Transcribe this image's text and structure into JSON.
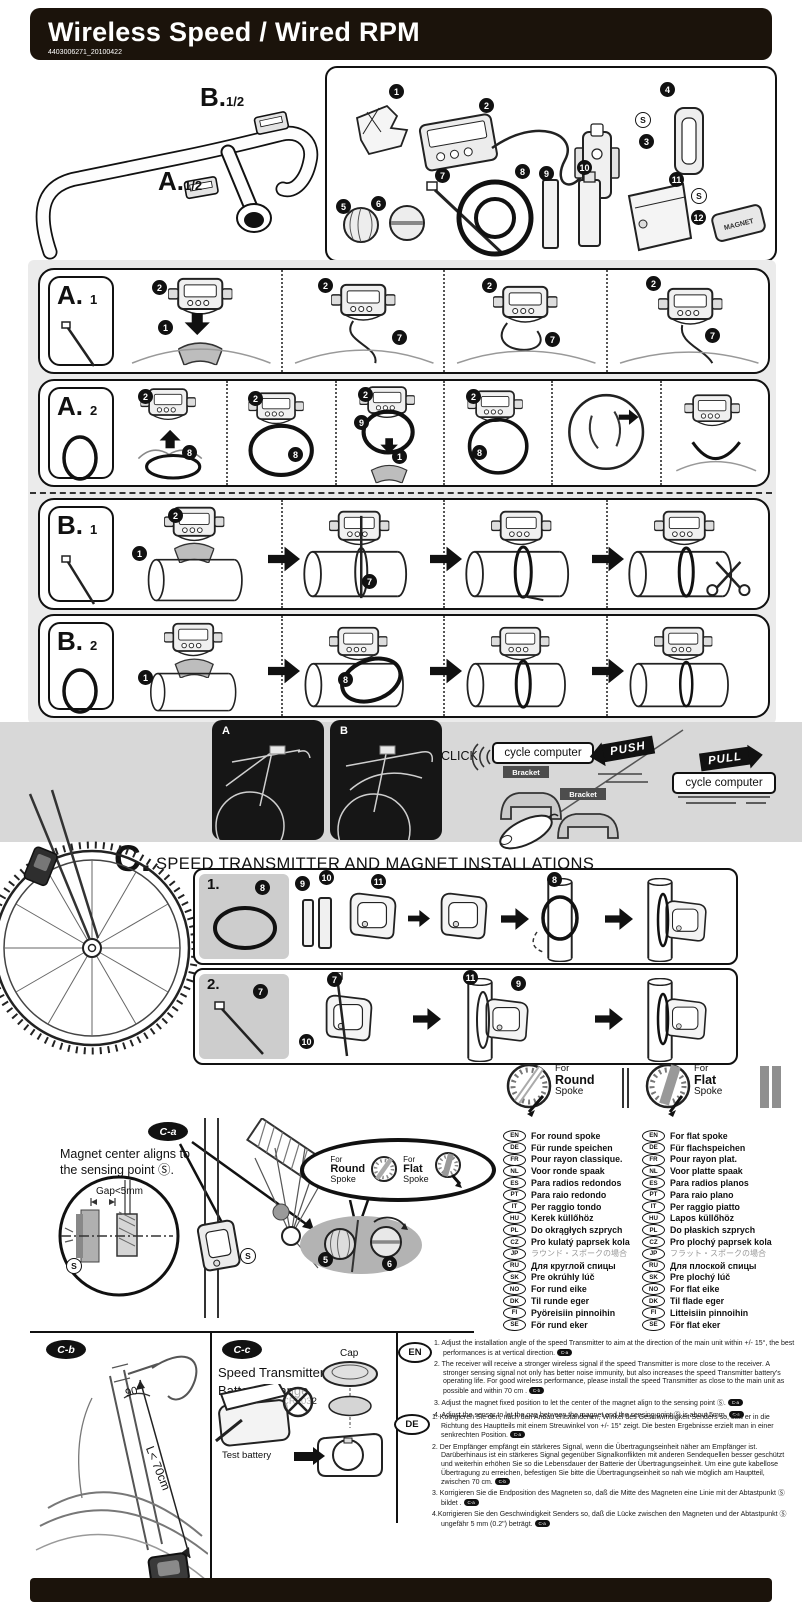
{
  "header": {
    "title": "Wireless Speed / Wired RPM",
    "code": "4403006271_20100422"
  },
  "colors": {
    "header_bg": "#1b130b",
    "band_bg": "#d8d8d8",
    "panel_border": "#111111",
    "rows_bg": "#ebebeb"
  },
  "overview": {
    "label_b": "B.",
    "label_b_sub": "1/2",
    "label_a": "A.",
    "label_a_sub": "1/2",
    "parts_callouts": [
      "1",
      "2",
      "3",
      "4",
      "5",
      "6",
      "7",
      "8",
      "9",
      "10",
      "11",
      "12"
    ],
    "s_label": "S",
    "magnet_text": "MAGNET"
  },
  "rows": {
    "a1": {
      "letter": "A.",
      "sub": "1",
      "callouts": [
        "2",
        "1",
        "2",
        "7",
        "2",
        "7",
        "2",
        "7"
      ]
    },
    "a2": {
      "letter": "A.",
      "sub": "2",
      "callouts": [
        "2",
        "8",
        "2",
        "8",
        "2",
        "9",
        "1",
        "2",
        "8"
      ]
    },
    "b1": {
      "letter": "B.",
      "sub": "1",
      "callouts": [
        "2",
        "1",
        "7"
      ]
    },
    "b2": {
      "letter": "B.",
      "sub": "2",
      "callouts": [
        "1",
        "8"
      ]
    }
  },
  "band": {
    "photo_a": "A",
    "photo_b": "B",
    "click": "CLICK",
    "computer": "cycle computer",
    "bracket": "Bracket",
    "push": "PUSH",
    "pull": "PULL"
  },
  "section_c": {
    "letter": "C.",
    "title": "SPEED TRANSMITTER  AND MAGNET INSTALLATIONS",
    "panel1": {
      "num": "1.",
      "callouts": [
        "8",
        "9",
        "10",
        "11",
        "8"
      ]
    },
    "panel2": {
      "num": "2.",
      "callouts": [
        "7",
        "7",
        "11",
        "9",
        "10"
      ]
    }
  },
  "spoke_round": {
    "for": "For",
    "type": "Round",
    "spoke": "Spoke",
    "items": [
      {
        "code": "EN",
        "text": "For round spoke"
      },
      {
        "code": "DE",
        "text": "Für runde speichen"
      },
      {
        "code": "FR",
        "text": "Pour rayon classique."
      },
      {
        "code": "NL",
        "text": "Voor ronde spaak"
      },
      {
        "code": "ES",
        "text": "Para radios redondos"
      },
      {
        "code": "PT",
        "text": "Para raio redondo"
      },
      {
        "code": "IT",
        "text": "Per raggio tondo"
      },
      {
        "code": "HU",
        "text": "Kerek küllőhöz"
      },
      {
        "code": "PL",
        "text": "Do okrągłych szprych"
      },
      {
        "code": "CZ",
        "text": "Pro kulatý paprsek kola"
      },
      {
        "code": "JP",
        "text": "ラウンド・スポークの場合"
      },
      {
        "code": "RU",
        "text": "Для круглой спицы"
      },
      {
        "code": "SK",
        "text": "Pre okrúhly lúč"
      },
      {
        "code": "NO",
        "text": "For rund eike"
      },
      {
        "code": "DK",
        "text": "Til runde eger"
      },
      {
        "code": "FI",
        "text": "Pyöreisiin pinnoihin"
      },
      {
        "code": "SE",
        "text": "För rund eker"
      }
    ]
  },
  "spoke_flat": {
    "for": "For",
    "type": "Flat",
    "spoke": "Spoke",
    "items": [
      {
        "code": "EN",
        "text": "For flat spoke"
      },
      {
        "code": "DE",
        "text": "Für flachspeichen"
      },
      {
        "code": "FR",
        "text": "Pour rayon plat."
      },
      {
        "code": "NL",
        "text": "Voor platte spaak"
      },
      {
        "code": "ES",
        "text": "Para radios planos"
      },
      {
        "code": "PT",
        "text": "Para raio plano"
      },
      {
        "code": "IT",
        "text": "Per raggio piatto"
      },
      {
        "code": "HU",
        "text": "Lapos küllőhöz"
      },
      {
        "code": "PL",
        "text": "Do płaskich szprych"
      },
      {
        "code": "CZ",
        "text": "Pro plochý paprsek kola"
      },
      {
        "code": "JP",
        "text": "フラット・スポークの場合"
      },
      {
        "code": "RU",
        "text": "Для плоской спицы"
      },
      {
        "code": "SK",
        "text": "Pre plochý lúč"
      },
      {
        "code": "NO",
        "text": "For flat eike"
      },
      {
        "code": "DK",
        "text": "Til flade eger"
      },
      {
        "code": "FI",
        "text": "Litteisiin pinnoihin"
      },
      {
        "code": "SE",
        "text": "För flat eker"
      }
    ]
  },
  "magnet_detail": {
    "badge": "C-a",
    "note_line1": "Magnet center aligns to",
    "note_line2": "the sensing point Ⓢ.",
    "gap": "Gap<5mm",
    "s": "S",
    "callout_5": "5",
    "callout_6": "6",
    "oval": {
      "for1": "For",
      "type1": "Round",
      "spoke1": "Spoke",
      "for2": "For",
      "type2": "Flat",
      "spoke2": "Spoke"
    }
  },
  "angle_panel": {
    "badge": "C-b",
    "angle": "90°",
    "length": "L< 70cm"
  },
  "battery_panel": {
    "badge": "C-c",
    "title_line1": "Speed Transmitter",
    "title_line2": "Battery Change",
    "cap": "Cap",
    "model": "CR2032",
    "test": "Test battery"
  },
  "instructions": {
    "en": {
      "code": "EN",
      "items": [
        {
          "text": "1. Adjust the installation angle of the speed Transmitter to aim at the direction of the main unit within +/- 15°, the best performances is at vertical direction.",
          "badge": "C-a"
        },
        {
          "text": "2. The receiver will receive a stronger wireless signal if the speed Transmitter is more close to the receiver. A stronger sensing signal not only has better noise immunity, but also increases the speed Transmitter battery's operating life. For good wireless performance, please install the speed Transmitter as close to the main unit as possible and within 70 cm .",
          "badge": "C-b"
        },
        {
          "text": "3. Adjust the magnet fixed position to let the center of the magnet align to the sensing point Ⓢ.",
          "badge": "C-a"
        },
        {
          "text": "4. Adjust the sensor to let the gap between the magnet and the sensing point Ⓢ is about 5mm.",
          "badge": "C-a"
        }
      ]
    },
    "de": {
      "code": "DE",
      "items": [
        {
          "text": "1. Korrigieren Sie den, nach den Anbau entstandenen, Winkel des Geschwindigkeit Senders so, daß er in die Richtung des Hauptteils mit einem Streuwinkel von +/- 15° zeigt. Die besten Ergebnisse erzielt man in einer senkrechten Position.",
          "badge": "C-a"
        },
        {
          "text": "2. Der Empfänger empfängt ein stärkeres Signal, wenn die Übertragungseinheit näher am Empfänger ist. Darüberhinaus ist ein stärkeres Signal gegenüber Signalkonflikten mit anderen Sendequellen besser geschützt und weiterhin erhöhen Sie so die Lebensdauer der Batterie der Übertragungseinheit. Um eine gute kabellose Übertragung zu erreichen, befestigen Sie bitte die Übertragungseinheit so nah wie möglich am Hauptteil, zwischen 70 cm.",
          "badge": "C-b"
        },
        {
          "text": "3. Korrigieren Sie die Endposition des Magneten so, daß die Mitte des Magneten eine Linie mit der Abtastpunkt Ⓢ bildet .",
          "badge": "C-a"
        },
        {
          "text": "4.Korrigieren Sie den Geschwindigkeit Senders so, daß die Lücke zwischen den Magneten und der Abtastpunkt Ⓢ ungefähr 5 mm (0.2\") beträgt.",
          "badge": "C-a"
        }
      ]
    }
  }
}
